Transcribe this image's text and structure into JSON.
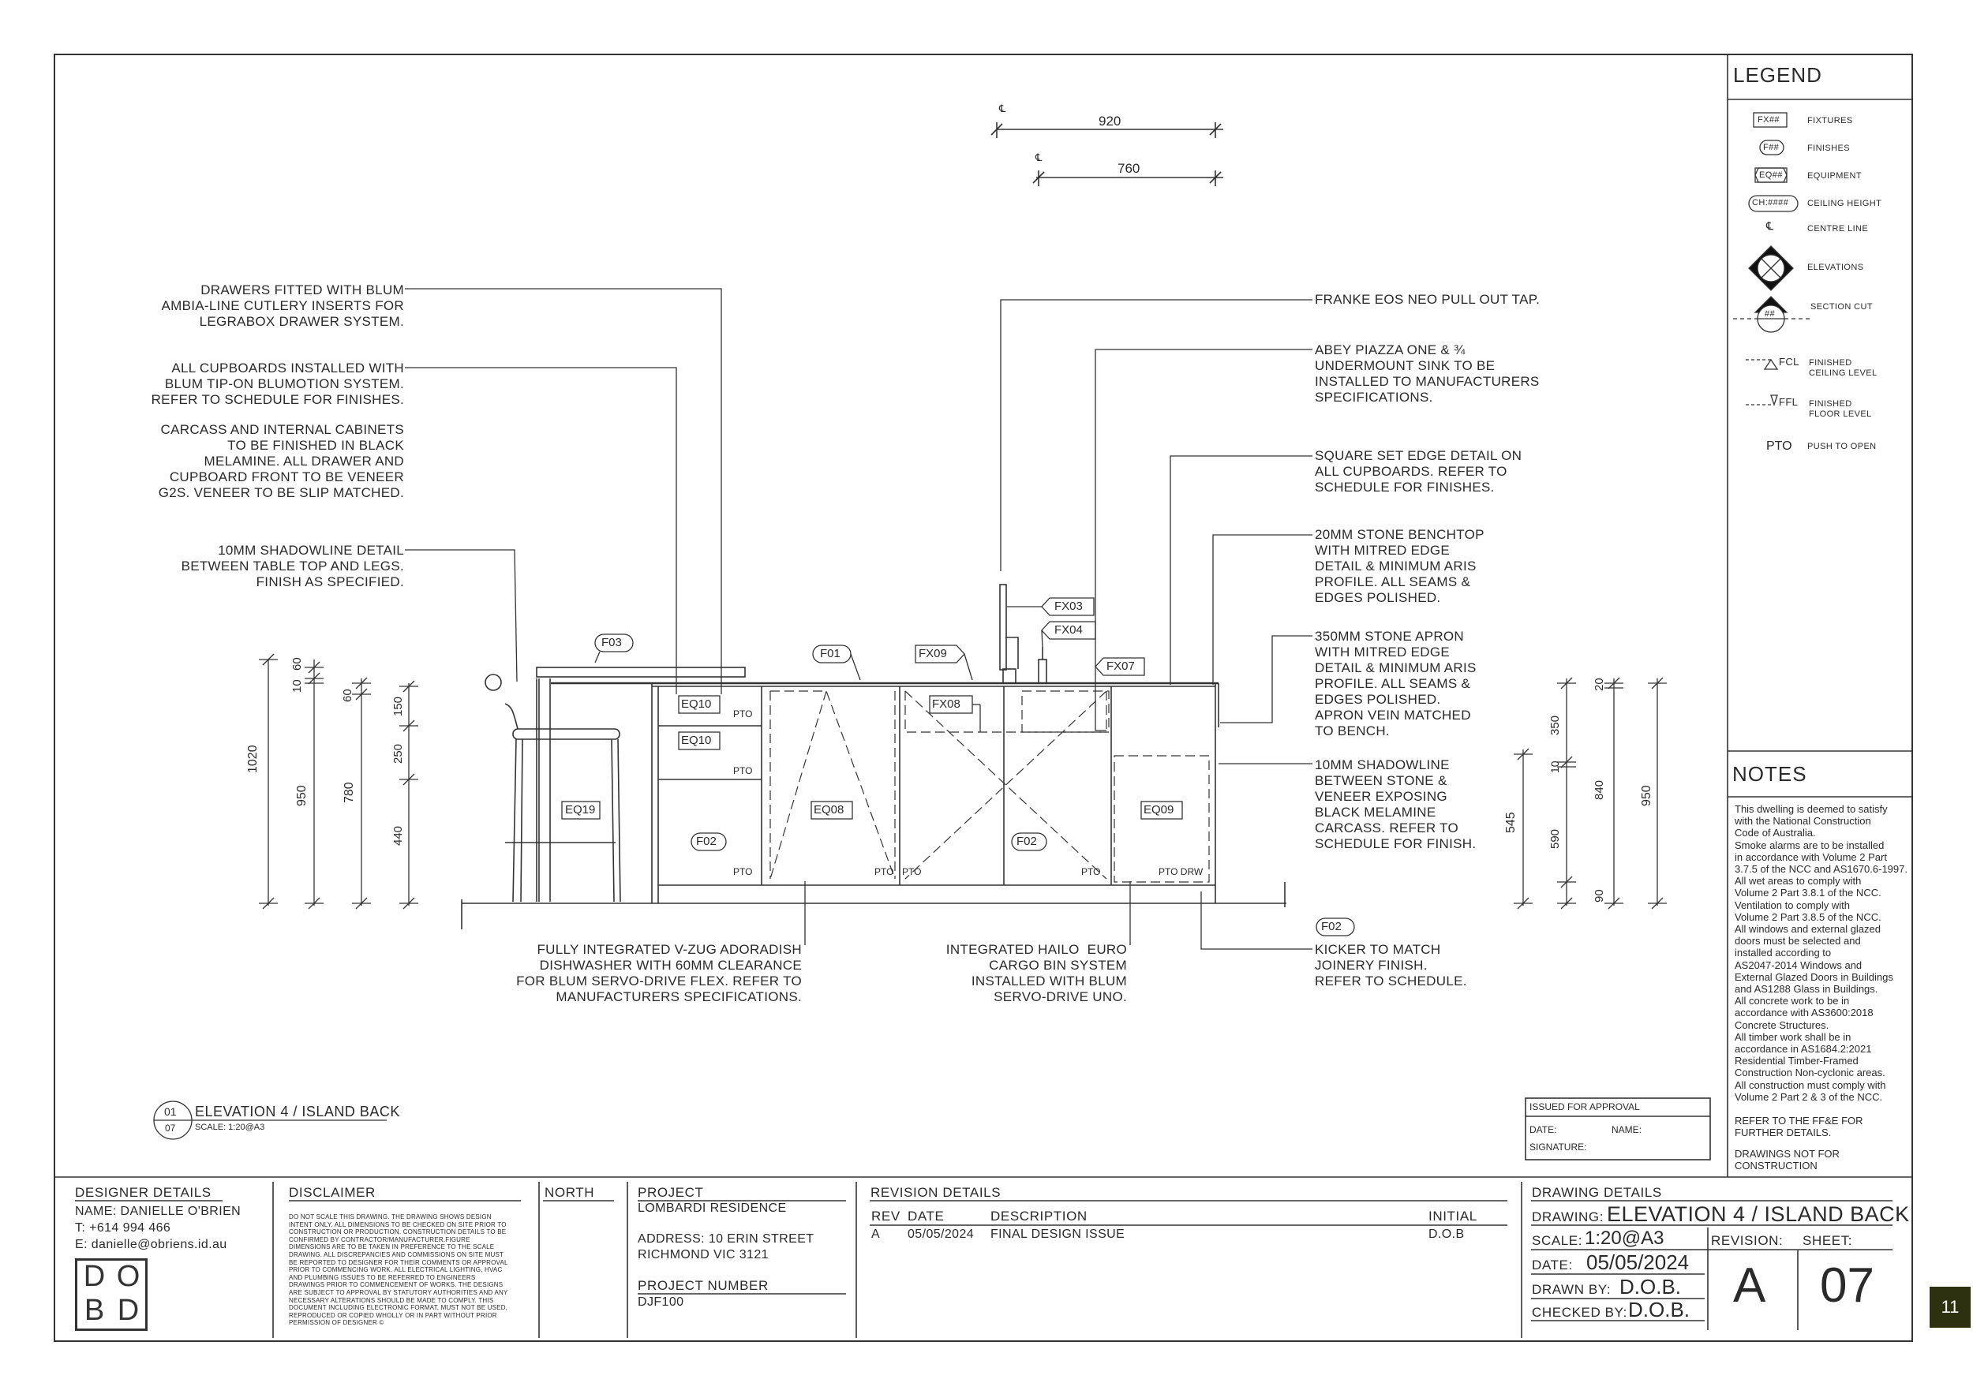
{
  "legend": {
    "title": "LEGEND",
    "items": [
      {
        "symbol": "FX##",
        "label": "FIXTURES"
      },
      {
        "symbol": "F##",
        "label": "FINISHES"
      },
      {
        "symbol": "EQ##",
        "label": "EQUIPMENT"
      },
      {
        "symbol": "CH:####",
        "label": "CEILING HEIGHT"
      },
      {
        "symbol": "℄",
        "label": "CENTRE LINE"
      },
      {
        "symbol": "##",
        "label": "ELEVATIONS"
      },
      {
        "symbol": "##",
        "label": "SECTION CUT"
      },
      {
        "symbol": "FCL",
        "label": "FINISHED\nCEILING LEVEL"
      },
      {
        "symbol": "FFL",
        "label": "FINISHED\nFLOOR LEVEL"
      },
      {
        "symbol": "PTO",
        "label": "PUSH TO OPEN"
      }
    ]
  },
  "notes": {
    "title": "NOTES",
    "body": "This dwelling is deemed to satisfy\nwith the National Construction\nCode of Australia.\nSmoke alarms are to be installed\nin accordance with Volume 2 Part\n3.7.5 of the NCC and AS1670.6-1997.\nAll wet areas to comply with\nVolume 2 Part 3.8.1 of the NCC.\nVentilation to comply with\nVolume 2 Part 3.8.5 of the NCC.\nAll windows and external glazed\ndoors must be selected and\ninstalled according to\nAS2047-2014 Windows and\nExternal Glazed Doors in Buildings\nand AS1288 Glass in Buildings.\nAll concrete work to be in\naccordance with AS3600:2018\nConcrete Structures.\nAll timber work shall be in\naccordance in AS1684.2:2021\nResidential Timber-Framed\nConstruction Non-cyclonic areas.\nAll construction must comply with\nVolume 2 Part 2 & 3 of the NCC.",
    "ffe": "REFER TO THE FF&E FOR\nFURTHER DETAILS.",
    "nfc": "DRAWINGS NOT FOR\nCONSTRUCTION"
  },
  "annotations": {
    "drawers": "DRAWERS FITTED WITH BLUM\nAMBIA-LINE CUTLERY INSERTS FOR\nLEGRABOX DRAWER SYSTEM.",
    "cupboards": "ALL CUPBOARDS INSTALLED WITH\nBLUM TIP-ON BLUMOTION SYSTEM.\nREFER TO SCHEDULE FOR FINISHES.",
    "carcass": "CARCASS AND INTERNAL CABINETS\nTO BE FINISHED IN BLACK\nMELAMINE. ALL DRAWER AND\nCUPBOARD FRONT TO BE VENEER\nG2S. VENEER TO BE SLIP MATCHED.",
    "shadowline_table": "10MM SHADOWLINE DETAIL\nBETWEEN TABLE TOP AND LEGS.\nFINISH AS SPECIFIED.",
    "tap": "FRANKE EOS NEO PULL OUT TAP.",
    "sink": "ABEY PIAZZA ONE & ¾\nUNDERMOUNT SINK TO BE\nINSTALLED TO MANUFACTURERS\nSPECIFICATIONS.",
    "square_set": "SQUARE SET EDGE DETAIL ON\nALL CUPBOARDS. REFER TO\nSCHEDULE FOR FINISHES.",
    "benchtop": "20MM STONE BENCHTOP\nWITH MITRED EDGE\nDETAIL & MINIMUM ARIS\nPROFILE. ALL SEAMS &\nEDGES POLISHED.",
    "apron": "350MM STONE APRON\nWITH MITRED EDGE\nDETAIL & MINIMUM ARIS\nPROFILE. ALL SEAMS &\nEDGES POLISHED.\nAPRON VEIN MATCHED\nTO BENCH.",
    "shadowline_stone": "10MM SHADOWLINE\nBETWEEN STONE &\nVENEER EXPOSING\nBLACK MELAMINE\nCARCASS. REFER TO\nSCHEDULE FOR FINISH.",
    "dishwasher": "FULLY INTEGRATED V-ZUG ADORADISH\nDISHWASHER WITH 60MM CLEARANCE\nFOR BLUM SERVO-DRIVE FLEX. REFER TO\nMANUFACTURERS SPECIFICATIONS.",
    "bin": "INTEGRATED HAILO  EURO\nCARGO BIN SYSTEM\nINSTALLED WITH BLUM\nSERVO-DRIVE UNO.",
    "kicker": "KICKER TO MATCH\nJOINERY FINISH.\nREFER TO SCHEDULE."
  },
  "tags": {
    "f03": "F03",
    "f01": "F01",
    "fx09": "FX09",
    "fx03": "FX03",
    "fx04": "FX04",
    "fx07": "FX07",
    "fx08": "FX08",
    "eq10a": "EQ10",
    "eq10b": "EQ10",
    "eq19": "EQ19",
    "eq08": "EQ08",
    "eq09": "EQ09",
    "f02a": "F02",
    "f02b": "F02",
    "f02c": "F02"
  },
  "pto": {
    "p1": "PTO",
    "p2": "PTO",
    "p3": "PTO",
    "p4": "PTO",
    "p5": "PTO",
    "p6": "PTO",
    "p7": "PTO DRW"
  },
  "dimensions": {
    "top920": "920",
    "top760": "760",
    "d1020": "1020",
    "d950": "950",
    "d10": "10",
    "d60a": "60",
    "d60b": "60",
    "d780": "780",
    "d150": "150",
    "d250": "250",
    "d440": "440",
    "d545": "545",
    "d350": "350",
    "d10b": "10",
    "d590": "590",
    "d20": "20",
    "d840": "840",
    "d90": "90",
    "d950b": "950",
    "centre_symbol": "℄"
  },
  "view": {
    "number": "01",
    "sheet": "07",
    "title": "ELEVATION 4 / ISLAND BACK",
    "scale": "SCALE: 1:20@A3"
  },
  "approval": {
    "heading": "ISSUED FOR APPROVAL",
    "date": "DATE:",
    "name": "NAME:",
    "signature": "SIGNATURE:"
  },
  "title_block": {
    "designer_heading": "DESIGNER DETAILS",
    "designer_name": "NAME: DANIELLE O'BRIEN",
    "designer_phone": "T: +614 994 466",
    "designer_email": "E: danielle@obriens.id.au",
    "logo": [
      "D",
      "O",
      "B",
      "D"
    ],
    "disclaimer_heading": "DISCLAIMER",
    "disclaimer": "DO NOT SCALE THIS DRAWING. THE DRAWING SHOWS DESIGN\nINTENT ONLY. ALL DIMENSIONS TO BE CHECKED ON SITE PRIOR TO\nCONSTRUCTION OR PRODUCTION. CONSTRUCTION DETAILS TO BE\nCONFIRMED BY CONTRACTOR/MANUFACTURER.FIGURE\nDIMENSIONS ARE TO BE TAKEN IN PREFERENCE TO THE SCALE\nDRAWING. ALL DISCREPANCIES AND COMMISSIONS ON SITE MUST\nBE REPORTED TO DESIGNER FOR THEIR COMMENTS OR APPROVAL\nPRIOR TO COMMENCING WORK. ALL ELECTRICAL LIGHTING, HVAC\nAND PLUMBING ISSUES TO BE REFERRED TO ENGINEERS\nDRAWINGS PRIOR TO COMMENCEMENT OF WORKS. THE DESIGNS\nARE SUBJECT TO APPROVAL BY STATUTORY AUTHORITIES AND ANY\nNECESSARY ALTERATIONS SHOULD BE MADE TO COMPLY. THIS\nDOCUMENT INCLUDING ELECTRONIC FORMAT, MUST NOT BE USED,\nREPRODUCED OR COPIED WHOLLY OR IN PART WITHOUT PRIOR\nPERMISSION OF DESIGNER ©",
    "north_heading": "NORTH",
    "project_heading": "PROJECT",
    "project_name": "LOMBARDI RESIDENCE",
    "address": "ADDRESS: 10 ERIN STREET\nRICHMOND VIC 3121",
    "project_number_heading": "PROJECT NUMBER",
    "project_number": "DJF100",
    "revision_heading": "REVISION DETAILS",
    "rev_cols": [
      "REV",
      "DATE",
      "DESCRIPTION",
      "INITIAL"
    ],
    "rev_rows": [
      {
        "rev": "A",
        "date": "05/05/2024",
        "description": "FINAL DESIGN ISSUE",
        "initial": "D.O.B"
      }
    ],
    "drawing_heading": "DRAWING DETAILS",
    "drawing_label": "DRAWING:",
    "drawing_value": "ELEVATION 4 / ISLAND BACK",
    "scale_label": "SCALE:",
    "scale_value": "1:20@A3",
    "date_label": "DATE:",
    "date_value": "05/05/2024",
    "drawn_label": "DRAWN BY:",
    "drawn_value": "D.O.B.",
    "checked_label": "CHECKED BY:",
    "checked_value": "D.O.B.",
    "revision_label": "REVISION:",
    "revision_value": "A",
    "sheet_label": "SHEET:",
    "sheet_value": "07"
  },
  "page_number": "11"
}
